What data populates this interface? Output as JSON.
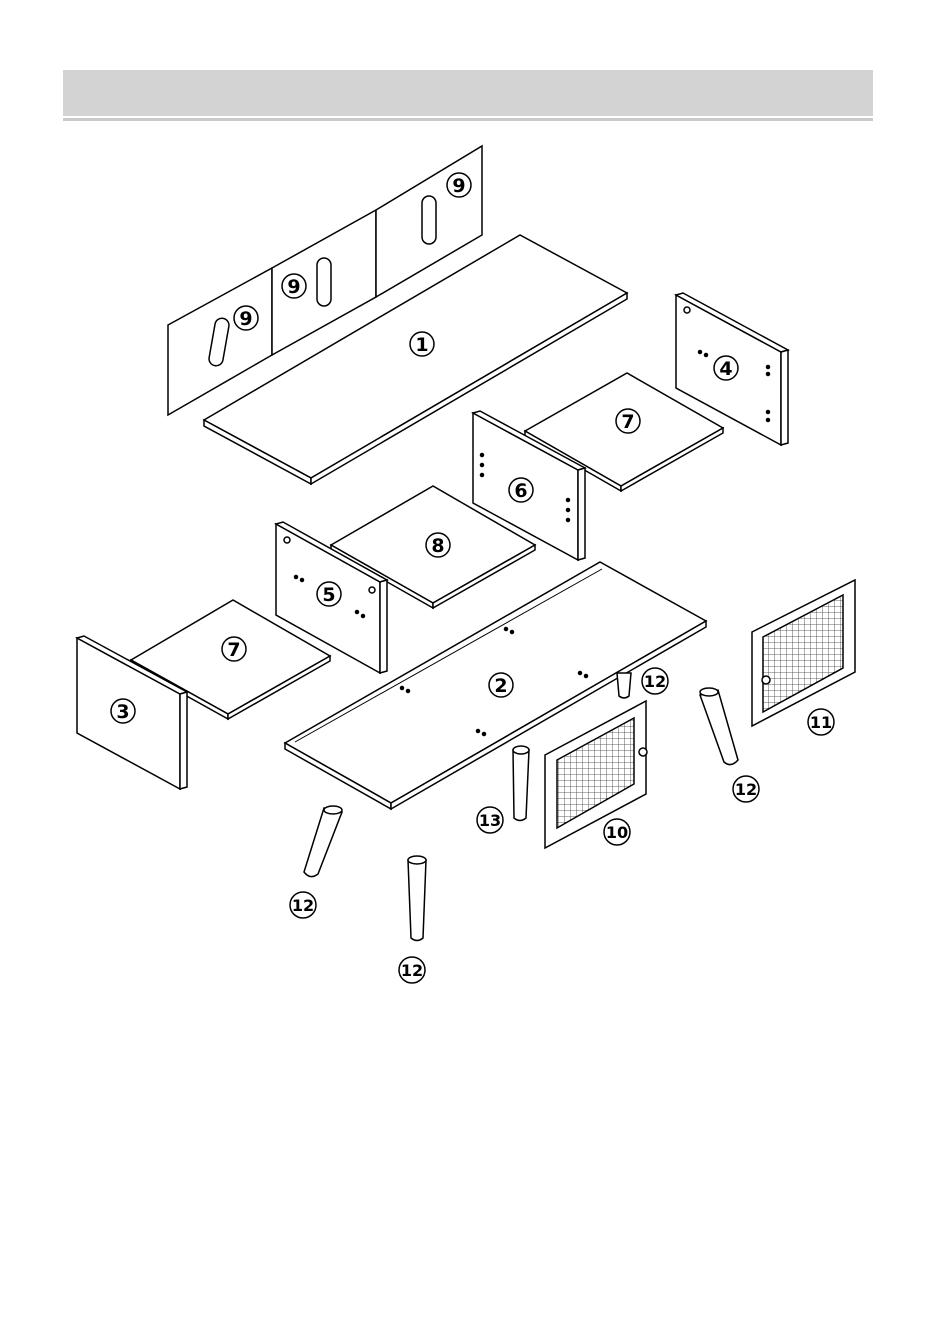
{
  "header": {
    "title": ""
  },
  "parts": {
    "p1": "1",
    "p2": "2",
    "p3": "3",
    "p4": "4",
    "p5": "5",
    "p6": "6",
    "p7": "7",
    "p8": "8",
    "p9": "9",
    "p10": "10",
    "p11": "11",
    "p12": "12",
    "p13": "13"
  },
  "colors": {
    "line": "#000000",
    "paper": "#ffffff",
    "header_band": "#d3d3d3",
    "mesh": "#444444"
  }
}
